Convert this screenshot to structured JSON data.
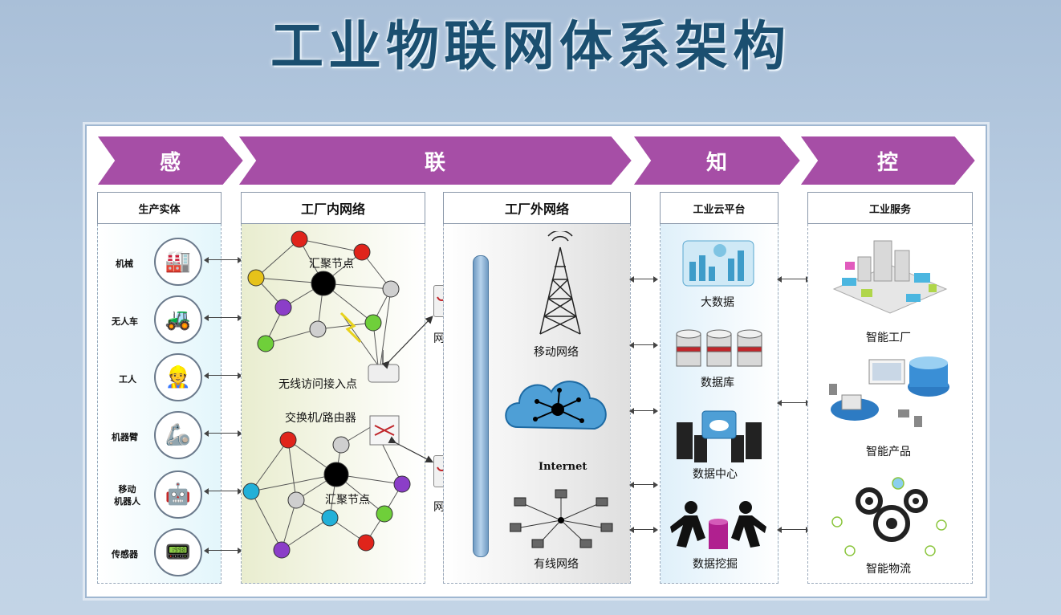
{
  "title": "工业物联网体系架构",
  "phases": [
    "感",
    "联",
    "知",
    "控"
  ],
  "columns": {
    "entities": "生产实体",
    "factory_inner": "工厂内网络",
    "factory_outer": "工厂外网络",
    "cloud": "工业云平台",
    "services": "工业服务"
  },
  "entities": [
    "机械",
    "无人车",
    "工人",
    "机器臂",
    "移动\n机器人",
    "传感器"
  ],
  "inner_labels": {
    "hub_top": "汇聚节点",
    "wireless_ap": "无线访问接入点",
    "switch": "交换机/路由器",
    "hub_bottom": "汇聚节点"
  },
  "gateway_label": "网关",
  "outer_labels": {
    "mobile": "移动网络",
    "internet": "Internet",
    "wired": "有线网络"
  },
  "cloud_items": [
    "大数据",
    "数据库",
    "数据中心",
    "数据挖掘"
  ],
  "service_items": [
    "智能工厂",
    "智能产品",
    "智能物流"
  ],
  "colors": {
    "phase_fill": "#a64ea6",
    "title": "#1b4f70",
    "node_red": "#e0241b",
    "node_yellow": "#e6c21a",
    "node_purple": "#8b3ec8",
    "node_gray": "#cfcfcf",
    "node_green": "#6fcf3a",
    "node_cyan": "#22b0d8"
  },
  "icons": {
    "entities": [
      "machine-icon",
      "loader-vehicle-icon",
      "worker-icon",
      "robot-arm-icon",
      "mobile-robot-icon",
      "sensor-icon"
    ],
    "cloud": [
      "big-data-icon",
      "database-icon",
      "data-center-icon",
      "data-mining-icon"
    ],
    "services": [
      "smart-factory-icon",
      "smart-product-icon",
      "smart-logistics-icon"
    ],
    "outer": [
      "cell-tower-icon",
      "internet-cloud-icon",
      "wired-network-icon"
    ]
  }
}
